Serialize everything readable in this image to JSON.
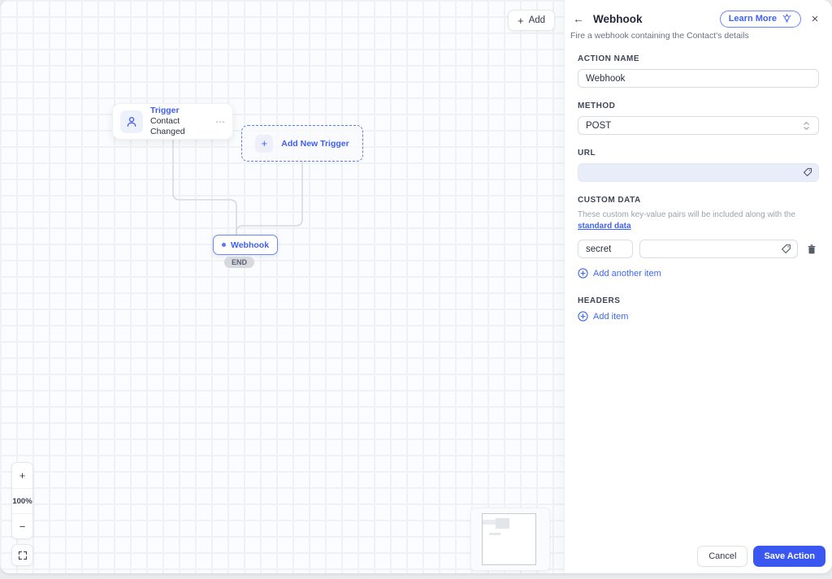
{
  "canvas": {
    "add_button": {
      "label": "Add",
      "plus": "+"
    },
    "nodes": {
      "trigger": {
        "title": "Trigger",
        "subtitle": "Contact Changed",
        "menu_icon": "⋯"
      },
      "add_new_trigger": {
        "label": "Add New Trigger",
        "plus": "+"
      },
      "webhook": {
        "label": "Webhook"
      },
      "end_badge": {
        "label": "END"
      }
    },
    "zoom_controls": {
      "zoom_in": "+",
      "level": "100%",
      "zoom_out": "−"
    }
  },
  "panel": {
    "back_icon": "←",
    "title": "Webhook",
    "learn_more_label": "Learn More",
    "close_icon": "×",
    "subtitle": "Fire a webhook containing the Contact's details",
    "action_name": {
      "label": "ACTION NAME",
      "value": "Webhook"
    },
    "method": {
      "label": "METHOD",
      "value": "POST"
    },
    "url": {
      "label": "URL",
      "value": ""
    },
    "custom_data": {
      "label": "CUSTOM DATA",
      "description_prefix": "These custom key-value pairs will be included along with the ",
      "link_label": "standard data",
      "rows": [
        {
          "key": "secret",
          "value": ""
        }
      ],
      "add_another_label": "Add another item"
    },
    "headers": {
      "label": "HEADERS",
      "add_label": "Add item"
    },
    "footer": {
      "cancel_label": "Cancel",
      "save_label": "Save Action"
    }
  },
  "colors": {
    "accent_blue": "#3e5ef0",
    "save_button_blue": "#3b57f2",
    "link_blue": "#3e63f3",
    "canvas_grid": "#eff1f4",
    "end_badge_gray": "#d6d9de"
  }
}
